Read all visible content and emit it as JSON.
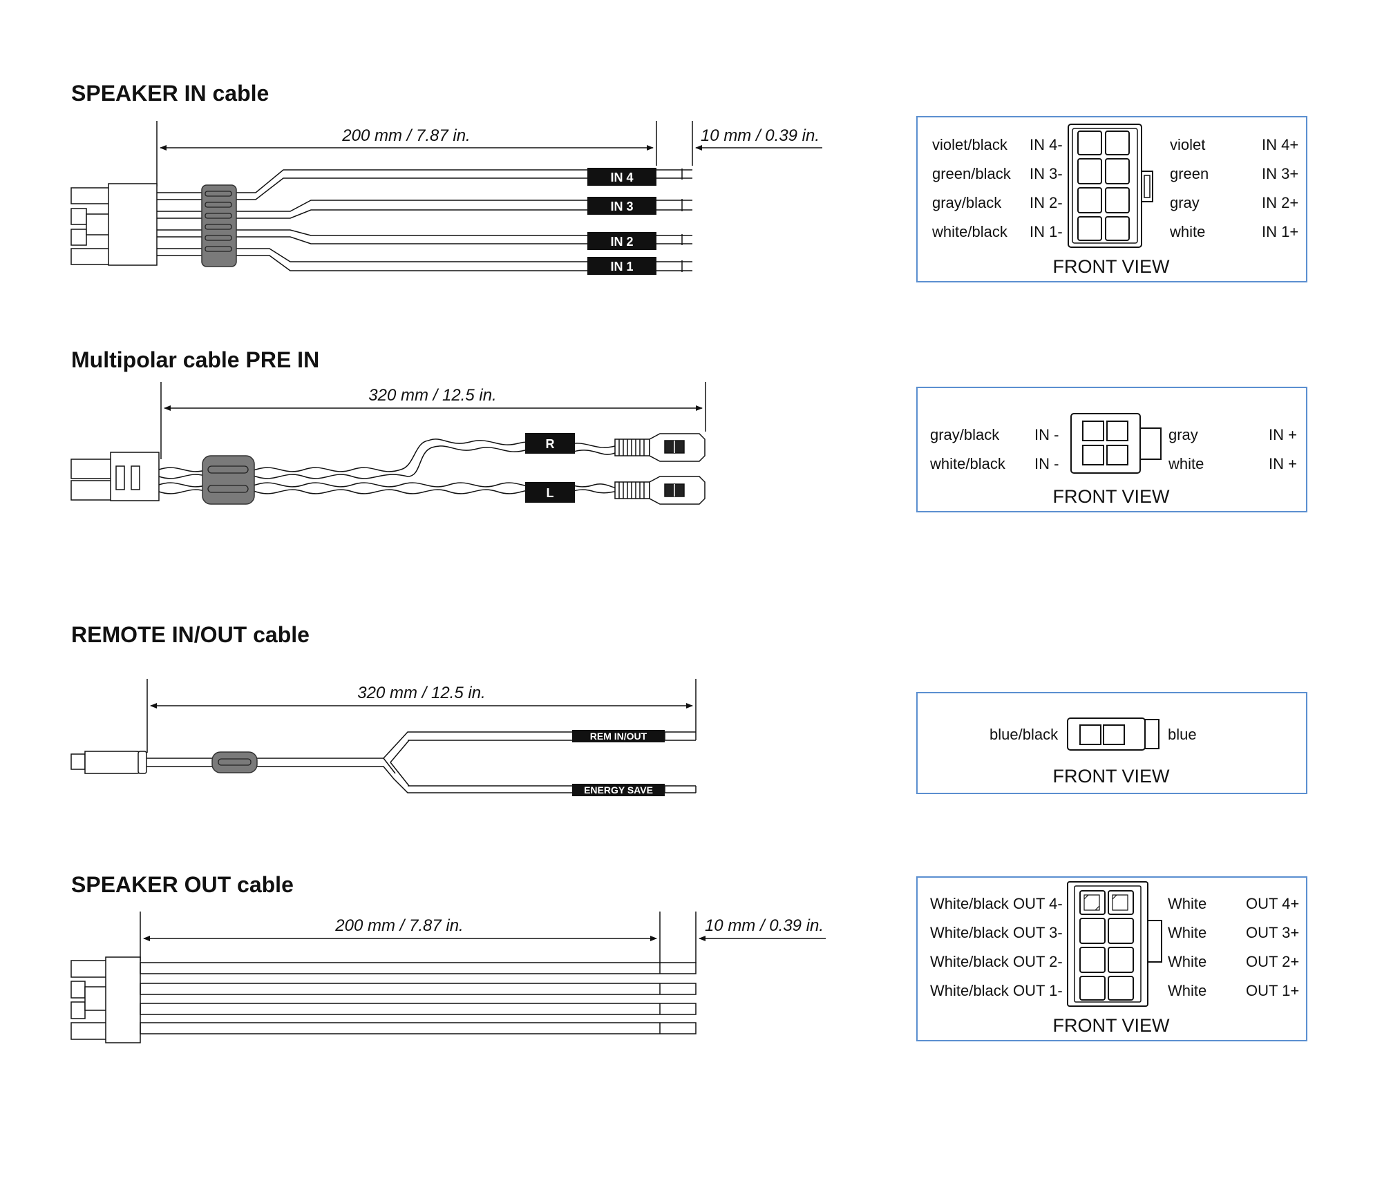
{
  "sections": {
    "speaker_in": {
      "title": "SPEAKER IN cable",
      "dim_main": "200 mm / 7.87 in.",
      "dim_strip": "10 mm / 0.39 in.",
      "tags": [
        "IN 4",
        "IN 3",
        "IN 2",
        "IN 1"
      ],
      "front_view": "FRONT VIEW",
      "left_colors": [
        "violet/black",
        "green/black",
        "gray/black",
        "white/black"
      ],
      "left_pins": [
        "IN 4-",
        "IN 3-",
        "IN 2-",
        "IN 1-"
      ],
      "right_colors": [
        "violet",
        "green",
        "gray",
        "white"
      ],
      "right_pins": [
        "IN 4+",
        "IN 3+",
        "IN 2+",
        "IN 1+"
      ]
    },
    "pre_in": {
      "title": "Multipolar cable PRE IN",
      "dim_main": "320 mm / 12.5 in.",
      "tags": [
        "R",
        "L"
      ],
      "front_view": "FRONT VIEW",
      "left_colors": [
        "gray/black",
        "white/black"
      ],
      "left_pins": [
        "IN -",
        "IN -"
      ],
      "right_colors": [
        "gray",
        "white"
      ],
      "right_pins": [
        "IN +",
        "IN +"
      ]
    },
    "remote": {
      "title": "REMOTE IN/OUT cable",
      "dim_main": "320 mm / 12.5 in.",
      "tags": [
        "REM IN/OUT",
        "ENERGY SAVE"
      ],
      "front_view": "FRONT VIEW",
      "left_color": "blue/black",
      "right_color": "blue"
    },
    "speaker_out": {
      "title": "SPEAKER OUT cable",
      "dim_main": "200 mm / 7.87 in.",
      "dim_strip": "10 mm / 0.39 in.",
      "front_view": "FRONT VIEW",
      "left_colors": [
        "White/black",
        "White/black",
        "White/black",
        "White/black"
      ],
      "left_pins": [
        "OUT 4-",
        "OUT 3-",
        "OUT 2-",
        "OUT 1-"
      ],
      "right_colors": [
        "White",
        "White",
        "White",
        "White"
      ],
      "right_pins": [
        "OUT 4+",
        "OUT 3+",
        "OUT 2+",
        "OUT 1+"
      ]
    }
  },
  "colors": {
    "box_border": "#5b8fd0",
    "ferrite": "#7a7a7a",
    "tag_bg": "#111111"
  }
}
